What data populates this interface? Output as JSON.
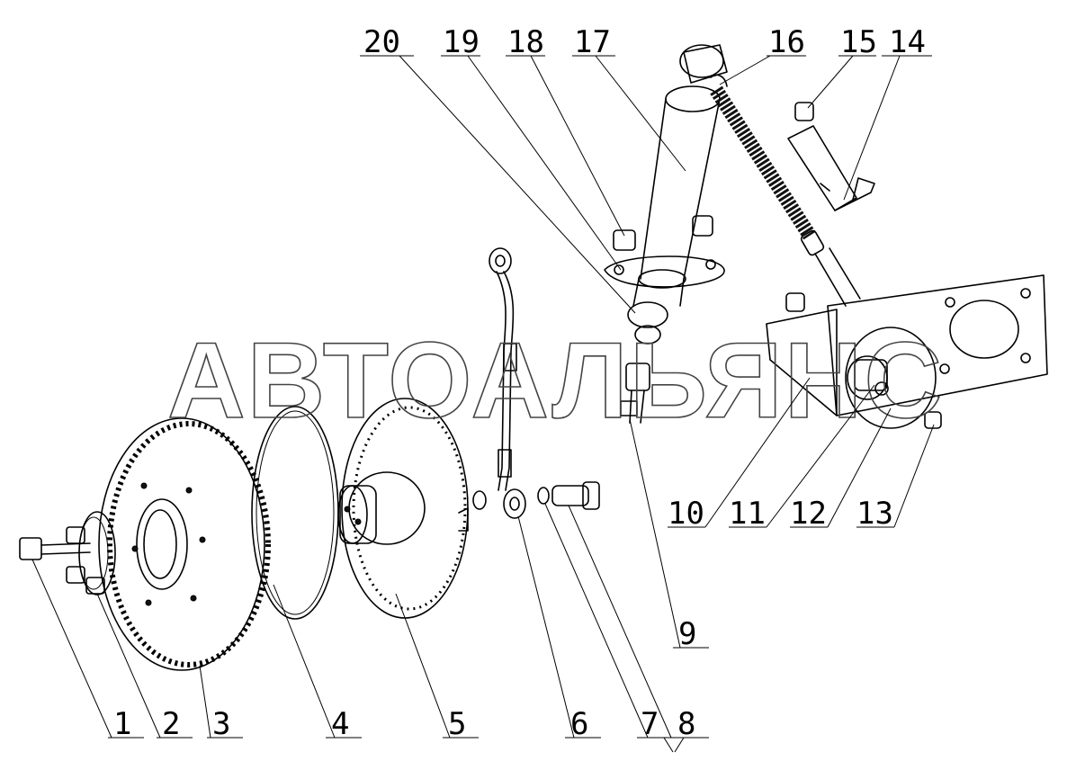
{
  "watermark": "АВТОАЛЬЯНС",
  "callouts": [
    {
      "id": "c1",
      "text": "1"
    },
    {
      "id": "c2",
      "text": "2"
    },
    {
      "id": "c3",
      "text": "3"
    },
    {
      "id": "c4",
      "text": "4"
    },
    {
      "id": "c5",
      "text": "5"
    },
    {
      "id": "c6",
      "text": "6"
    },
    {
      "id": "c78",
      "text": "7 8"
    },
    {
      "id": "c9",
      "text": "9"
    },
    {
      "id": "c10",
      "text": "10"
    },
    {
      "id": "c11",
      "text": "11"
    },
    {
      "id": "c12",
      "text": "12"
    },
    {
      "id": "c13",
      "text": "13"
    },
    {
      "id": "c14",
      "text": "14"
    },
    {
      "id": "c15",
      "text": "15"
    },
    {
      "id": "c16",
      "text": "16"
    },
    {
      "id": "c17",
      "text": "17"
    },
    {
      "id": "c18",
      "text": "18"
    },
    {
      "id": "c19",
      "text": "19"
    },
    {
      "id": "c20",
      "text": "20"
    }
  ]
}
